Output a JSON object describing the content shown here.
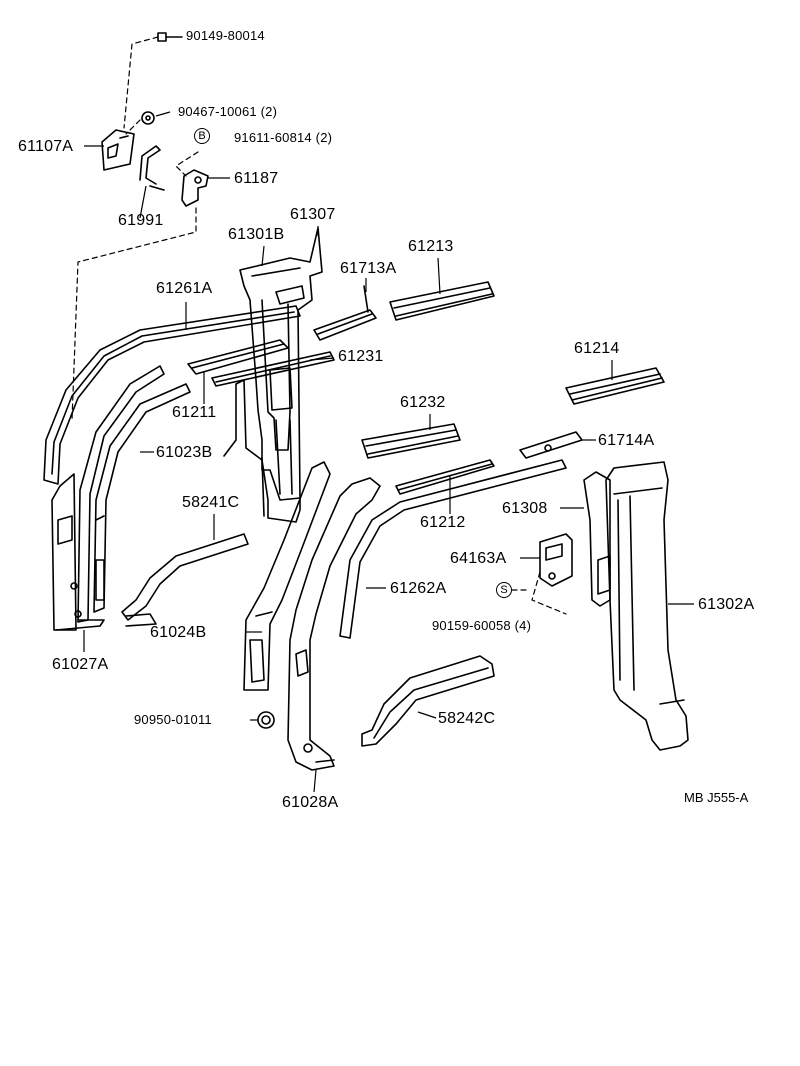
{
  "parts": {
    "p_90149": "90149-80014",
    "p_90467": "90467-10061 (2)",
    "p_91611": "91611-60814 (2)",
    "p_61107A": "61107A",
    "p_61187": "61187",
    "p_61991": "61991",
    "p_61307": "61307",
    "p_61301B": "61301B",
    "p_61213": "61213",
    "p_61713A": "61713A",
    "p_61261A": "61261A",
    "p_61231": "61231",
    "p_61214": "61214",
    "p_61211": "61211",
    "p_61232": "61232",
    "p_61023B": "61023B",
    "p_61714A": "61714A",
    "p_58241C": "58241C",
    "p_61308": "61308",
    "p_61212": "61212",
    "p_64163A": "64163A",
    "p_61262A": "61262A",
    "p_61302A": "61302A",
    "p_90159": "90159-60058 (4)",
    "p_61024B": "61024B",
    "p_61027A": "61027A",
    "p_90950": "90950-01011",
    "p_58242C": "58242C",
    "p_61028A": "61028A"
  },
  "symbols": {
    "b": "B",
    "s": "S"
  },
  "drawing_code": "MB  J555-A",
  "line_color": "#000000"
}
